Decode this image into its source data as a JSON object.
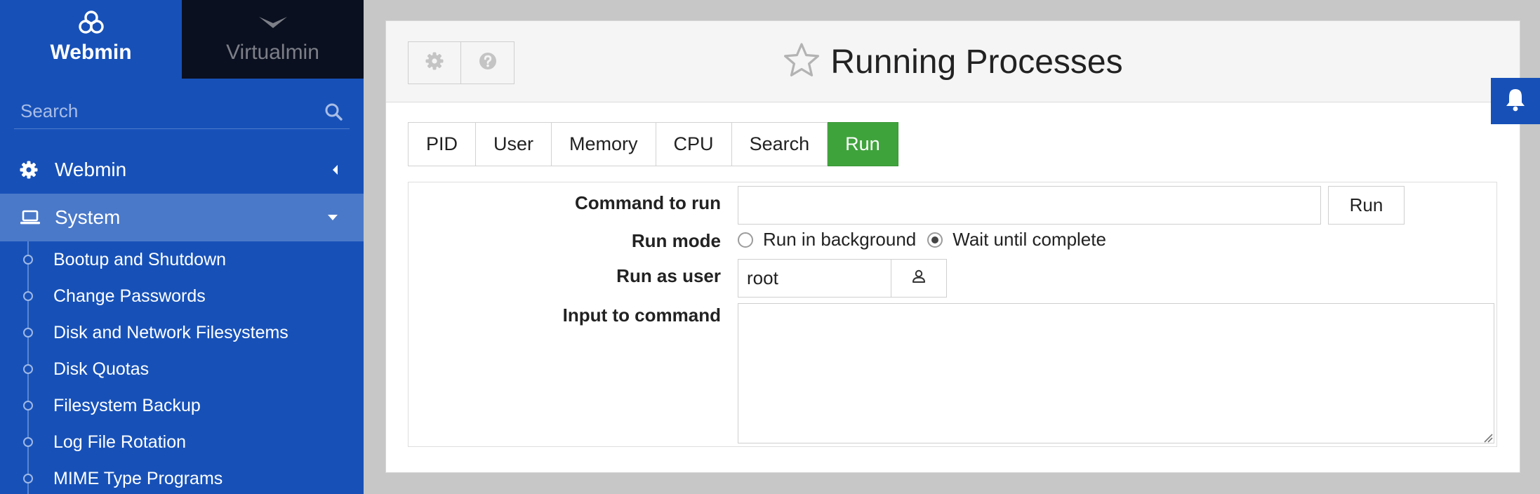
{
  "sidebar": {
    "brands": [
      {
        "label": "Webmin",
        "icon": "webmin-logo-icon"
      },
      {
        "label": "Virtualmin",
        "icon": "virtualmin-logo-icon"
      }
    ],
    "search_placeholder": "Search",
    "sections": [
      {
        "label": "Webmin",
        "icon": "gear-icon",
        "state": "collapsed"
      },
      {
        "label": "System",
        "icon": "laptop-icon",
        "state": "expanded"
      }
    ],
    "items": [
      {
        "label": "Bootup and Shutdown"
      },
      {
        "label": "Change Passwords"
      },
      {
        "label": "Disk and Network Filesystems"
      },
      {
        "label": "Disk Quotas"
      },
      {
        "label": "Filesystem Backup"
      },
      {
        "label": "Log File Rotation"
      },
      {
        "label": "MIME Type Programs"
      }
    ]
  },
  "header": {
    "title": "Running Processes",
    "buttons": [
      {
        "icon": "gear-icon"
      },
      {
        "icon": "help-icon"
      }
    ]
  },
  "tabs": [
    {
      "label": "PID"
    },
    {
      "label": "User"
    },
    {
      "label": "Memory"
    },
    {
      "label": "CPU"
    },
    {
      "label": "Search"
    },
    {
      "label": "Run",
      "active": true
    }
  ],
  "form": {
    "command_label": "Command to run",
    "command_value": "",
    "run_button": "Run",
    "mode_label": "Run mode",
    "mode_options": [
      {
        "label": "Run in background",
        "checked": false
      },
      {
        "label": "Wait until complete",
        "checked": true
      }
    ],
    "user_label": "Run as user",
    "user_value": "root",
    "input_label": "Input to command",
    "input_value": ""
  },
  "colors": {
    "sidebar": "#1751b8",
    "active_tab": "#3fa33c",
    "virtualmin_tab": "#0b1020"
  }
}
